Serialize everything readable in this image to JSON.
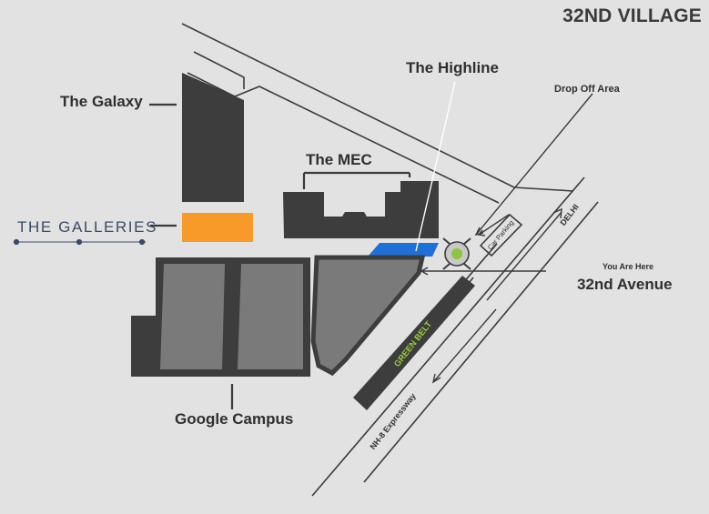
{
  "title": "32ND VILLAGE",
  "labels": {
    "galaxy": "The Galaxy",
    "galleries": "THE GALLERIES",
    "highline": "The Highline",
    "mec": "The MEC",
    "drop_off": "Drop Off Area",
    "you_are_here": "You Are Here",
    "avenue": "32nd Avenue",
    "google": "Google Campus",
    "green_belt": "GREEN BELT",
    "car_parking": "Car Parking",
    "delhi": "DELHI",
    "expressway": "NH-8 Expressway"
  },
  "colors": {
    "background": "#e2e2e2",
    "building_dark": "#3d3d3d",
    "building_light": "#7a7a7a",
    "galleries": "#f79a2a",
    "highline": "#1f6fd8",
    "green_belt_text": "#9ccd3c",
    "roundabout_center": "#8cc63f",
    "road_line": "#3a3a3a"
  }
}
